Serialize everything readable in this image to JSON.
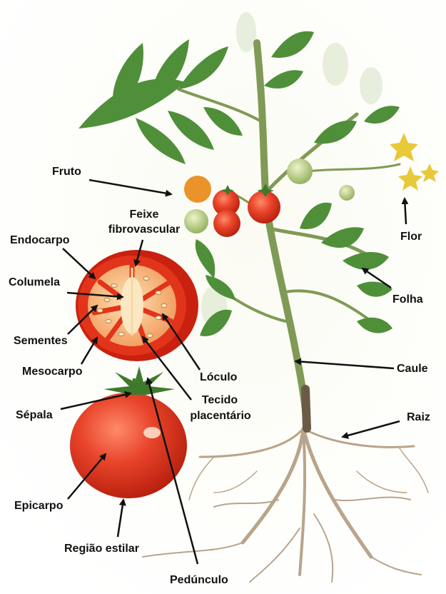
{
  "labels": {
    "fruto": "Fruto",
    "feixe_1": "Feixe",
    "feixe_2": "fibrovascular",
    "endocarpo": "Endocarpo",
    "columela": "Columela",
    "sementes": "Sementes",
    "mesocarpo": "Mesocarpo",
    "sepala": "Sépala",
    "epicarpo": "Epicarpo",
    "regiao_estilar": "Região estilar",
    "pedunculo": "Pedúnculo",
    "loculo": "Lóculo",
    "tecido_1": "Tecido",
    "tecido_2": "placentário",
    "flor": "Flor",
    "folha": "Folha",
    "caule": "Caule",
    "raiz": "Raiz"
  },
  "colors": {
    "tomato_red": "#e2341a",
    "tomato_highlight": "#ff8a6a",
    "green_tomato": "#a9c47a",
    "leaf_green": "#4f8f3a",
    "stem_green": "#7f9a55",
    "root_brown": "#b9a48a",
    "flower_yellow": "#e8c93a",
    "pulp_yellow": "#f6c98a",
    "arrow": "#111111"
  }
}
